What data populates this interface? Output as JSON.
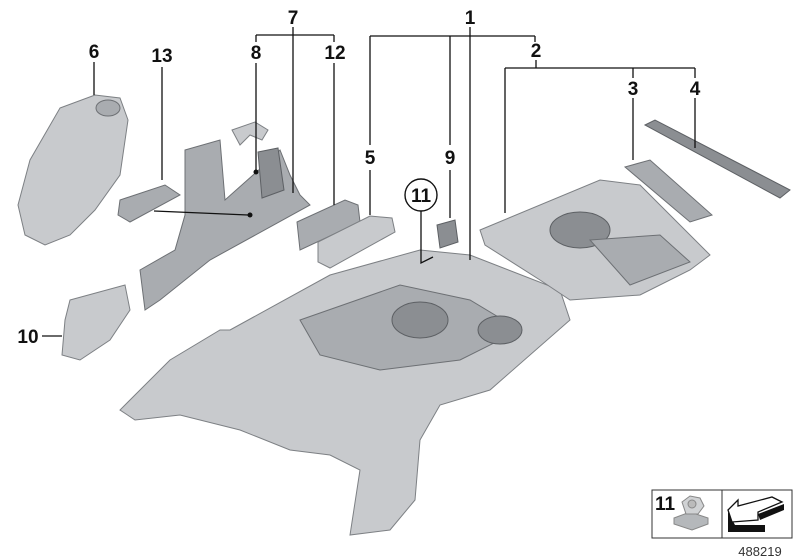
{
  "diagram": {
    "callouts": [
      {
        "id": "label-1",
        "text": "1"
      },
      {
        "id": "label-2",
        "text": "2"
      },
      {
        "id": "label-3",
        "text": "3"
      },
      {
        "id": "label-4",
        "text": "4"
      },
      {
        "id": "label-5",
        "text": "5"
      },
      {
        "id": "label-6",
        "text": "6"
      },
      {
        "id": "label-7",
        "text": "7"
      },
      {
        "id": "label-8",
        "text": "8"
      },
      {
        "id": "label-9",
        "text": "9"
      },
      {
        "id": "label-10",
        "text": "10"
      },
      {
        "id": "label-11",
        "text": "11"
      },
      {
        "id": "label-12",
        "text": "12"
      },
      {
        "id": "label-13",
        "text": "13"
      }
    ],
    "legend_box": {
      "part_number": "11",
      "icon": "hex-nut-icon",
      "arrow_icon": "direction-arrow-icon"
    },
    "diagram_code": "488219",
    "colors": {
      "part_gray": "#a9acb0",
      "line": "#111111"
    }
  }
}
